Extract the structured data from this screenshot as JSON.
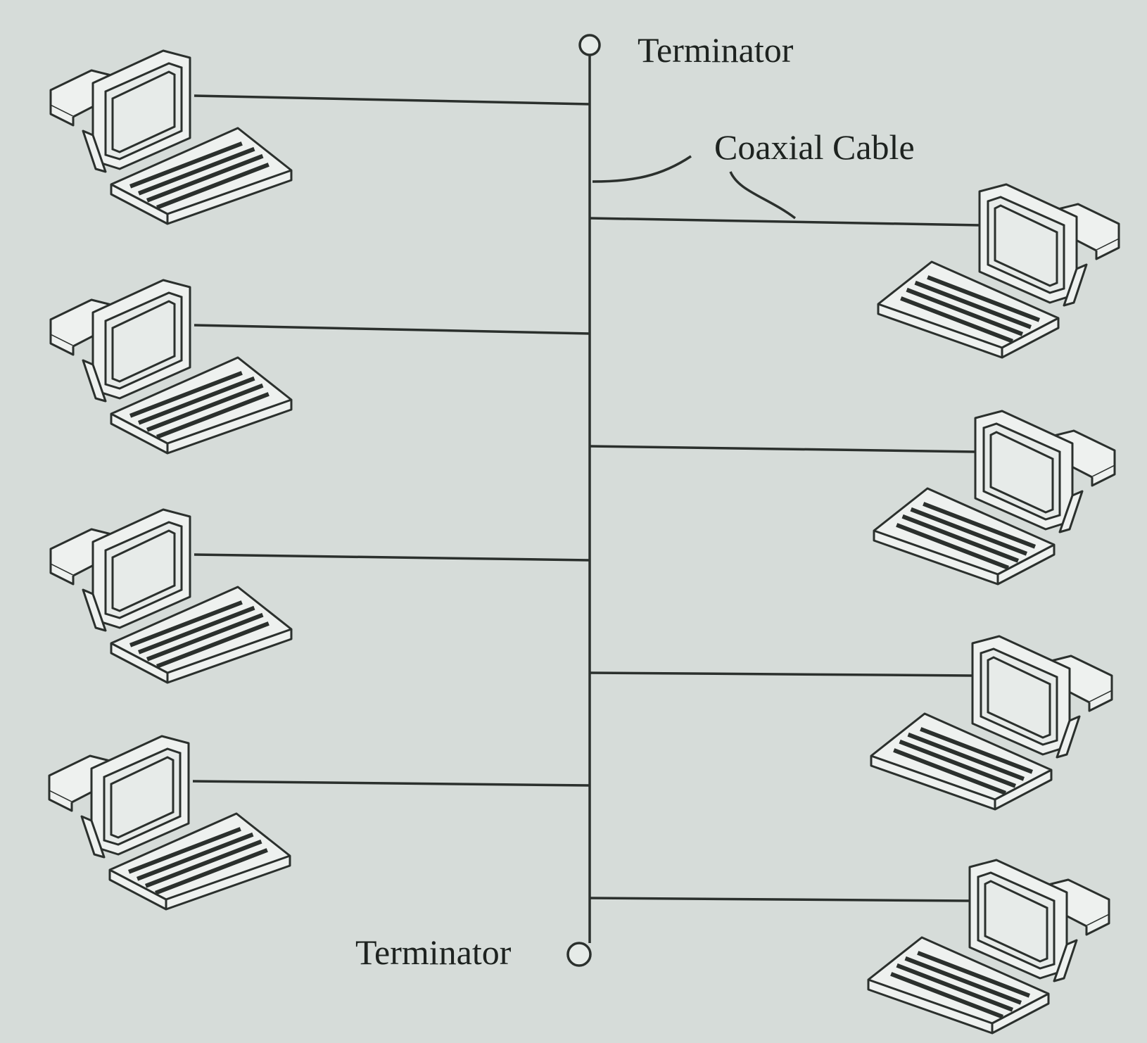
{
  "labels": {
    "terminator_top": "Terminator",
    "terminator_bottom": "Terminator",
    "coaxial_cable": "Coaxial Cable"
  },
  "network": {
    "left_computers": 4,
    "right_computers": 4
  },
  "colors": {
    "paper": "#d6dcd9",
    "ink": "#2b302d"
  }
}
